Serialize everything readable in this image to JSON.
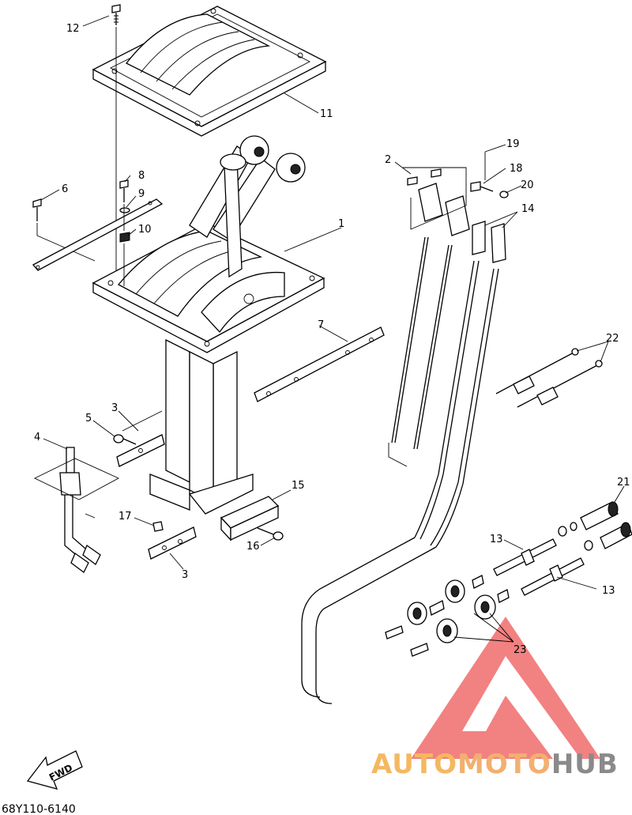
{
  "diagram": {
    "part_numbers": {
      "p1": "1",
      "p2": "2",
      "p3a": "3",
      "p3b": "3",
      "p4": "4",
      "p5": "5",
      "p6": "6",
      "p7": "7",
      "p8": "8",
      "p9": "9",
      "p10": "10",
      "p11": "11",
      "p12": "12",
      "p13a": "13",
      "p13b": "13",
      "p14": "14",
      "p15": "15",
      "p16": "16",
      "p17": "17",
      "p18": "18",
      "p19": "19",
      "p20": "20",
      "p21": "21",
      "p22": "22",
      "p23": "23"
    },
    "fwd_label": "FWD",
    "drawing_code": "68Y110-6140"
  },
  "watermark": {
    "text_auto": "AUTO",
    "text_moto": "MOTO",
    "text_hub": "HUB",
    "colors": {
      "auto": "#f4b860",
      "moto": "#f2b070",
      "hub": "#8a8a8a",
      "triangle": "#f06b6b"
    }
  }
}
